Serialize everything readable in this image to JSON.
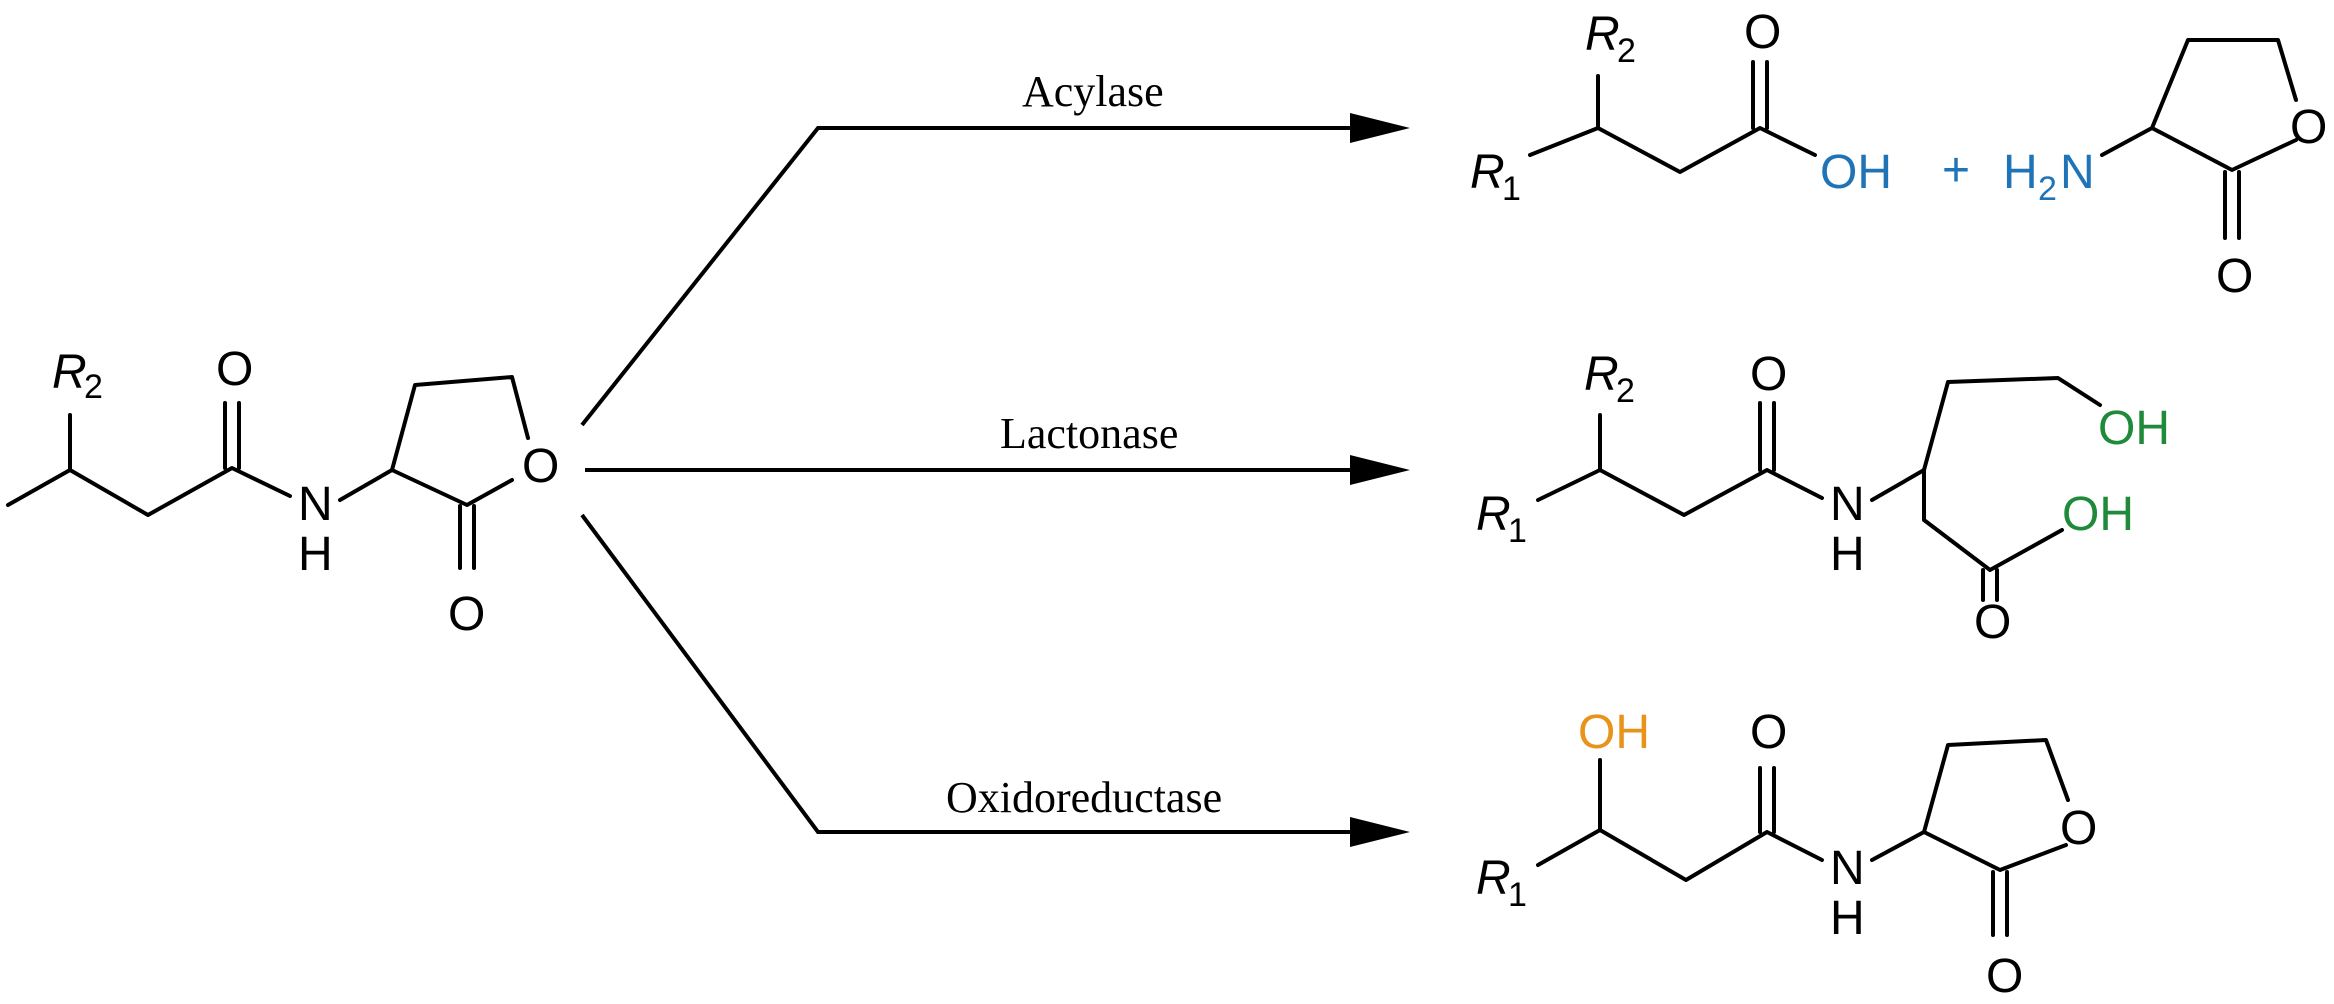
{
  "colors": {
    "acylase_product": "#1f74b8",
    "lactonase_product": "#1f8a3a",
    "oxidoreductase_product": "#e8931a"
  },
  "substrate": {
    "r2": "R",
    "r2_sub": "2",
    "carbonyl_o": "O",
    "amide_n": "N",
    "amide_h": "H",
    "ring_o": "O",
    "lactone_o": "O"
  },
  "reactions": [
    {
      "enzyme": "Acylase",
      "product": {
        "r1": "R",
        "r1_sub": "1",
        "r2": "R",
        "r2_sub": "2",
        "carbonyl_o": "O",
        "oh": "OH",
        "plus": "+",
        "amine_h": "H",
        "amine_sub": "2",
        "amine_n": "N",
        "ring_o": "O",
        "lactone_o": "O"
      }
    },
    {
      "enzyme": "Lactonase",
      "product": {
        "r1": "R",
        "r1_sub": "1",
        "r2": "R",
        "r2_sub": "2",
        "carbonyl_o": "O",
        "amide_n": "N",
        "amide_h": "H",
        "oh_chain": "OH",
        "oh_acid": "OH",
        "acid_o": "O"
      }
    },
    {
      "enzyme": "Oxidoreductase",
      "product": {
        "r1": "R",
        "r1_sub": "1",
        "oh": "OH",
        "carbonyl_o": "O",
        "amide_n": "N",
        "amide_h": "H",
        "ring_o": "O",
        "lactone_o": "O"
      }
    }
  ]
}
